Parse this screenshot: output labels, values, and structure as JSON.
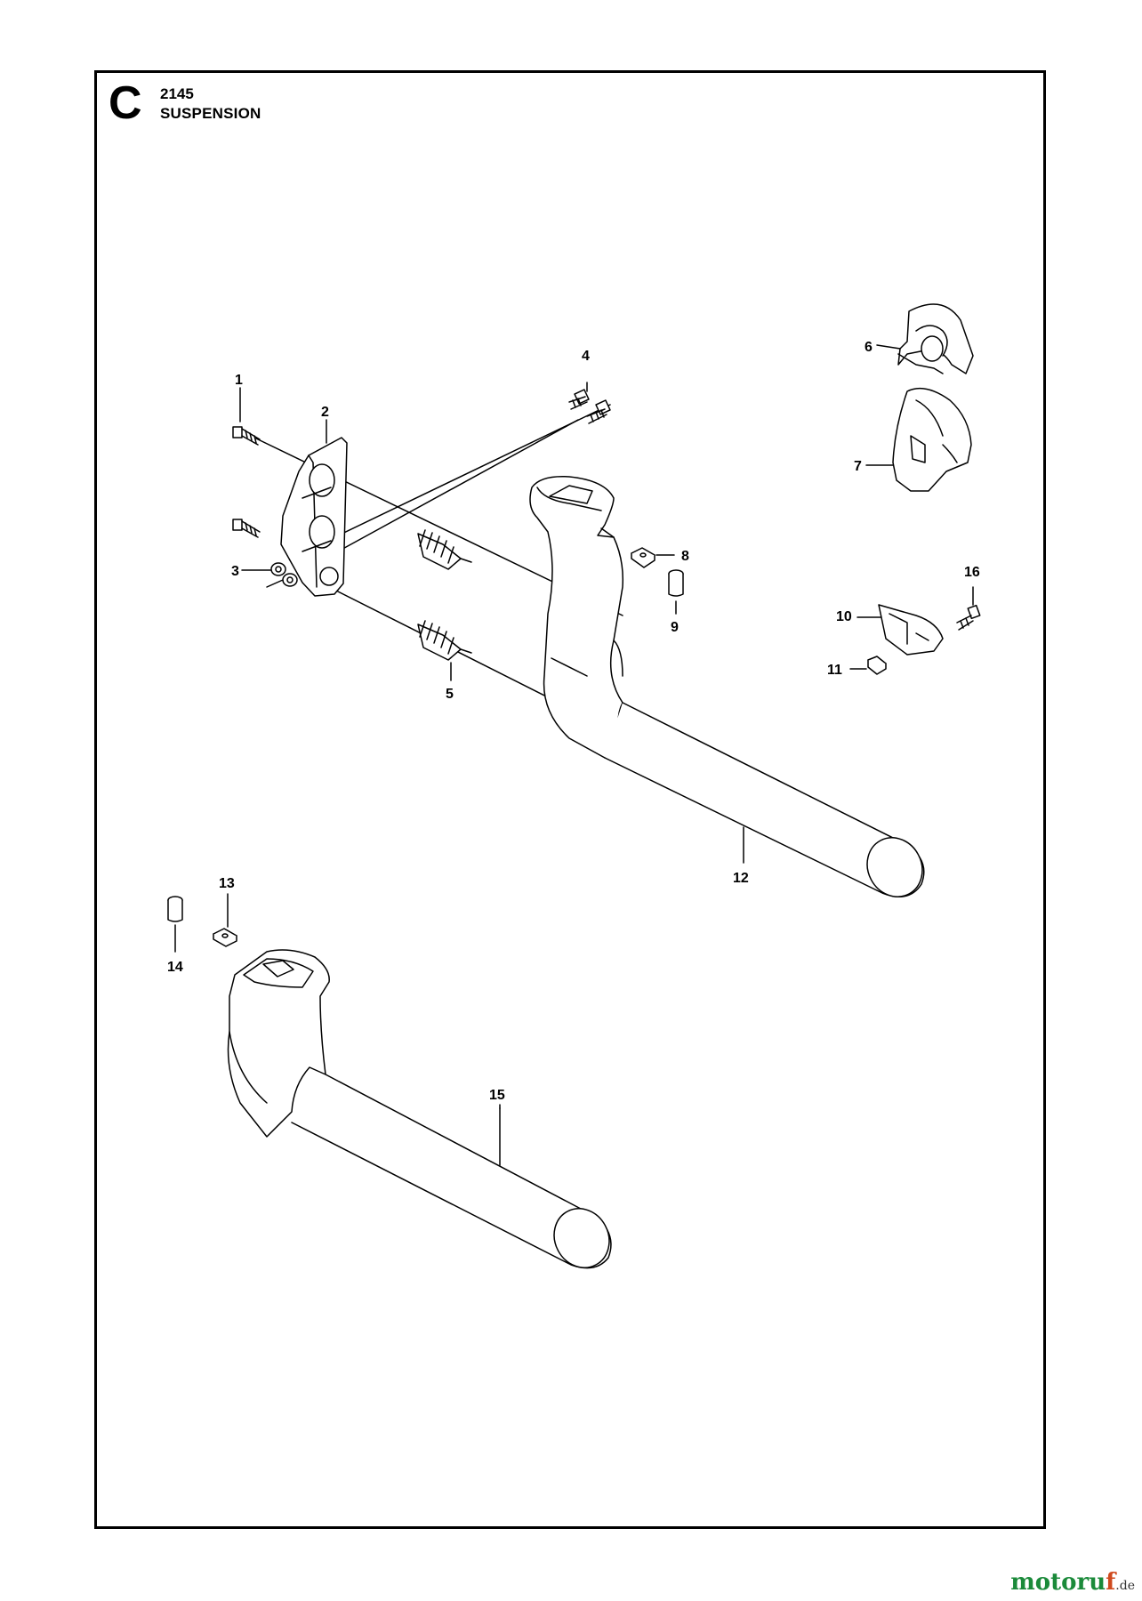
{
  "header": {
    "section_letter": "C",
    "code": "2145",
    "title": "SUSPENSION"
  },
  "callouts": [
    "1",
    "2",
    "3",
    "4",
    "5",
    "6",
    "7",
    "8",
    "9",
    "10",
    "11",
    "12",
    "13",
    "14",
    "15",
    "16"
  ],
  "watermark": {
    "brand_main": "motoru",
    "brand_accent": "f",
    "tld": ".de"
  },
  "colors": {
    "line": "#000000",
    "part_fill": "#ffffff",
    "brand_green": "#1b8a3a",
    "brand_orange": "#d04a1e"
  }
}
